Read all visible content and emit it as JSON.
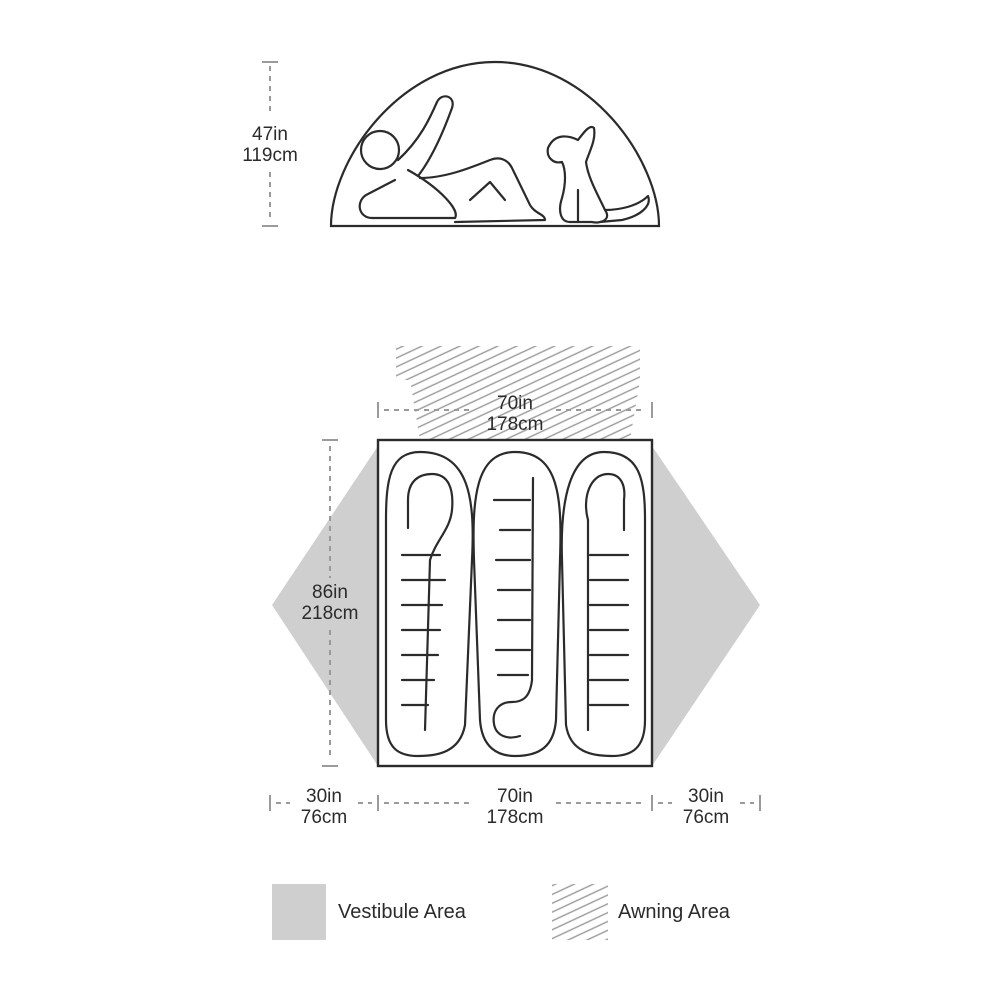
{
  "dimensions": {
    "height": {
      "in": "47in",
      "cm": "119cm"
    },
    "awning_width": {
      "in": "70in",
      "cm": "178cm"
    },
    "floor_length": {
      "in": "86in",
      "cm": "218cm"
    },
    "left_vestibule": {
      "in": "30in",
      "cm": "76cm"
    },
    "floor_width": {
      "in": "70in",
      "cm": "178cm"
    },
    "right_vestibule": {
      "in": "30in",
      "cm": "76cm"
    }
  },
  "legend": {
    "vestibule": "Vestibule Area",
    "awning": "Awning Area"
  },
  "colors": {
    "line": "#2b2b2b",
    "vestibule_fill": "#cfcfcf",
    "hatch": "#9a9a9a",
    "dash": "#9a9a9a"
  }
}
